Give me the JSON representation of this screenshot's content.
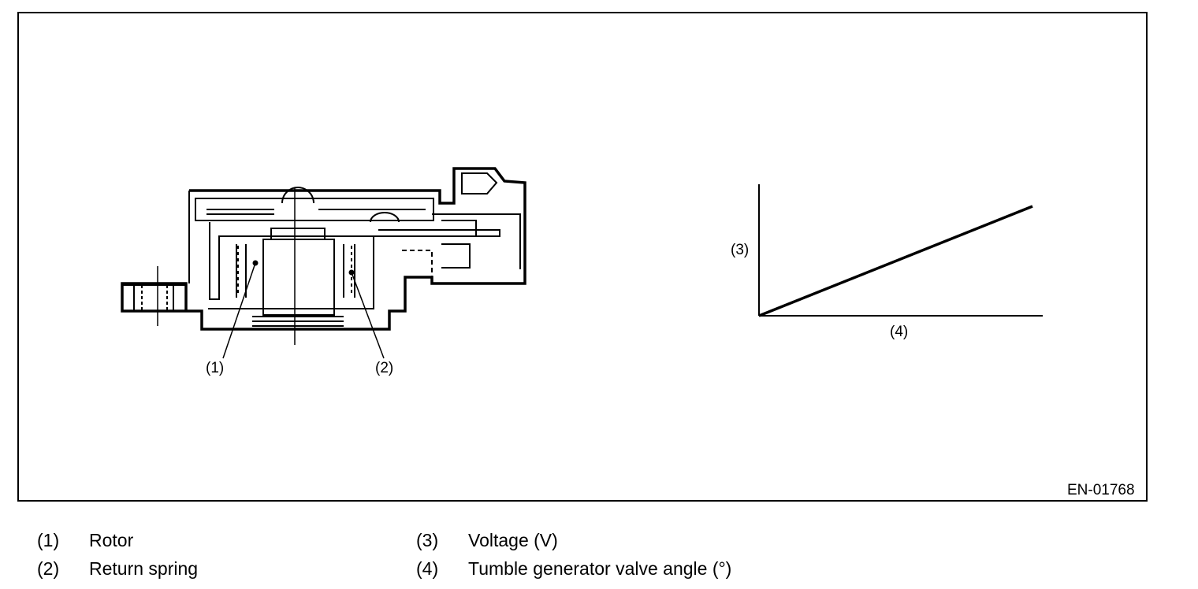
{
  "figure": {
    "code": "EN-01768",
    "callouts": {
      "c1": "(1)",
      "c2": "(2)",
      "c3": "(3)",
      "c4": "(4)"
    }
  },
  "legend": [
    {
      "num": "(1)",
      "text": "Rotor"
    },
    {
      "num": "(2)",
      "text": "Return spring"
    },
    {
      "num": "(3)",
      "text": "Voltage (V)"
    },
    {
      "num": "(4)",
      "text": "Tumble generator valve angle (°)"
    }
  ]
}
